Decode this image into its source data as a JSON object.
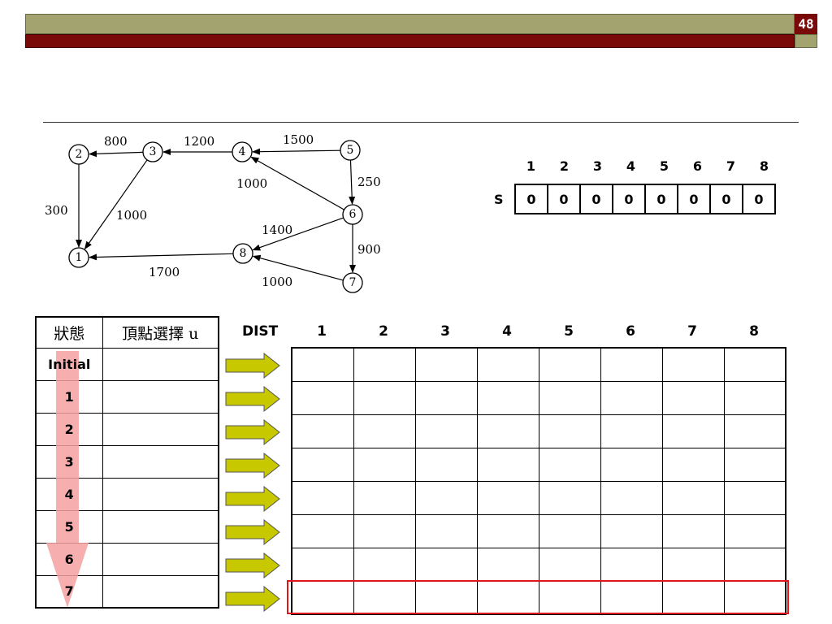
{
  "slide": {
    "page_number": "48"
  },
  "graph": {
    "nodes": [
      {
        "id": "1",
        "label": "1"
      },
      {
        "id": "2",
        "label": "2"
      },
      {
        "id": "3",
        "label": "3"
      },
      {
        "id": "4",
        "label": "4"
      },
      {
        "id": "5",
        "label": "5"
      },
      {
        "id": "6",
        "label": "6"
      },
      {
        "id": "7",
        "label": "7"
      },
      {
        "id": "8",
        "label": "8"
      }
    ],
    "edges": [
      {
        "from": "3",
        "to": "2",
        "weight": "800"
      },
      {
        "from": "4",
        "to": "3",
        "weight": "1200"
      },
      {
        "from": "5",
        "to": "4",
        "weight": "1500"
      },
      {
        "from": "2",
        "to": "1",
        "weight": "300"
      },
      {
        "from": "3",
        "to": "1",
        "weight": "1000"
      },
      {
        "from": "6",
        "to": "4",
        "weight": "1000"
      },
      {
        "from": "5",
        "to": "6",
        "weight": "250"
      },
      {
        "from": "6",
        "to": "8",
        "weight": "1400"
      },
      {
        "from": "6",
        "to": "7",
        "weight": "900"
      },
      {
        "from": "8",
        "to": "1",
        "weight": "1700"
      },
      {
        "from": "7",
        "to": "8",
        "weight": "1000"
      }
    ]
  },
  "s_array": {
    "label": "S",
    "headers": [
      "1",
      "2",
      "3",
      "4",
      "5",
      "6",
      "7",
      "8"
    ],
    "values": [
      "0",
      "0",
      "0",
      "0",
      "0",
      "0",
      "0",
      "0"
    ]
  },
  "state_table": {
    "headers": [
      "狀態",
      "頂點選擇 u"
    ],
    "rows": [
      {
        "state": "Initial",
        "vertex": ""
      },
      {
        "state": "1",
        "vertex": ""
      },
      {
        "state": "2",
        "vertex": ""
      },
      {
        "state": "3",
        "vertex": ""
      },
      {
        "state": "4",
        "vertex": ""
      },
      {
        "state": "5",
        "vertex": ""
      },
      {
        "state": "6",
        "vertex": ""
      },
      {
        "state": "7",
        "vertex": ""
      }
    ]
  },
  "dist_table": {
    "label": "DIST",
    "headers": [
      "1",
      "2",
      "3",
      "4",
      "5",
      "6",
      "7",
      "8"
    ],
    "rows": [
      [
        "",
        "",
        "",
        "",
        "",
        "",
        "",
        ""
      ],
      [
        "",
        "",
        "",
        "",
        "",
        "",
        "",
        ""
      ],
      [
        "",
        "",
        "",
        "",
        "",
        "",
        "",
        ""
      ],
      [
        "",
        "",
        "",
        "",
        "",
        "",
        "",
        ""
      ],
      [
        "",
        "",
        "",
        "",
        "",
        "",
        "",
        ""
      ],
      [
        "",
        "",
        "",
        "",
        "",
        "",
        "",
        ""
      ],
      [
        "",
        "",
        "",
        "",
        "",
        "",
        "",
        ""
      ],
      [
        "",
        "",
        "",
        "",
        "",
        "",
        "",
        ""
      ]
    ],
    "highlight_row": 7
  },
  "colors": {
    "band_olive": "#a3a370",
    "band_maroon": "#7a0a0a",
    "row_arrow_fill": "#c8c800",
    "state_arrow_fill": "#f4a0a0",
    "highlight_border": "#e0161b"
  }
}
